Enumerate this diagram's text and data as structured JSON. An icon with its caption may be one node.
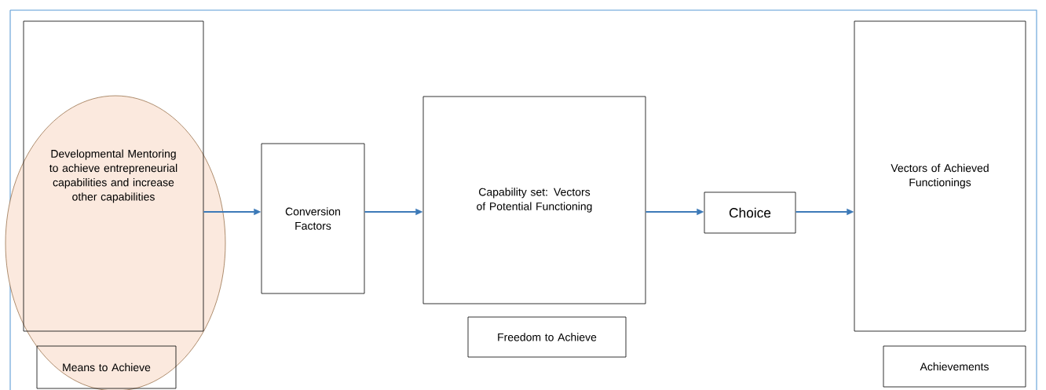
{
  "diagram": {
    "nodes": [
      {
        "text": [
          "Developmental Mentoring to achieve entrepreneurial capabilities and increase other capabilities"
        ]
      },
      {
        "text": [
          "Means to Achieve"
        ]
      },
      {
        "text": [
          "Conversion Factors"
        ]
      },
      {
        "text": [
          "Capability set: Vectors of Potential Functioning"
        ]
      },
      {
        "text": [
          "Freedom  to Achieve"
        ]
      },
      {
        "text": [
          "Choice"
        ]
      },
      {
        "text": [
          "Vectors of Achieved Functionings"
        ]
      },
      {
        "text": [
          "Achievements"
        ]
      }
    ],
    "edges": [
      {
        "from": 0,
        "to": 2,
        "arrow": "to"
      },
      {
        "from": 2,
        "to": 3,
        "arrow": "to"
      },
      {
        "from": 3,
        "to": 5,
        "arrow": "to"
      },
      {
        "from": 5,
        "to": 6,
        "arrow": "to"
      }
    ]
  }
}
